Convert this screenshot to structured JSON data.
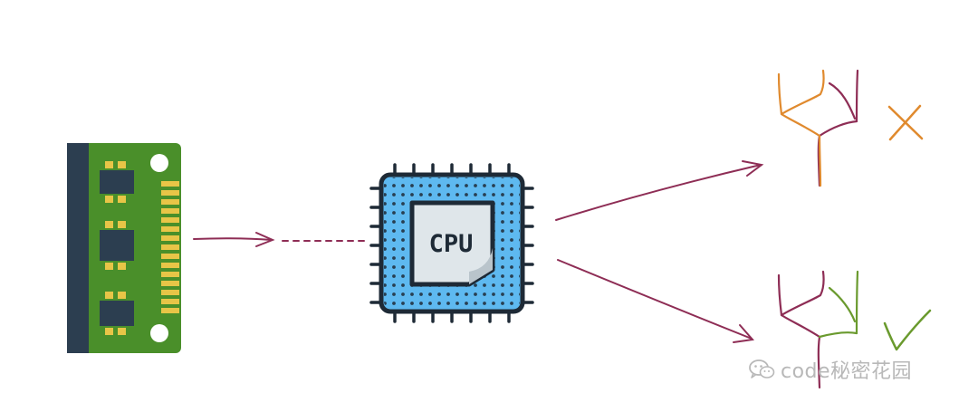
{
  "cpu": {
    "label": "CPU"
  },
  "watermark": {
    "text": "code秘密花园",
    "icon": "wechat-icon"
  },
  "colors": {
    "ram_board": "#4a8f2a",
    "ram_bracket": "#2c3e50",
    "ram_pins": "#e8c547",
    "cpu_pcb": "#5eb9f0",
    "cpu_die": "#dfe6ea",
    "arrow": "#8e2d55",
    "branch_wrong": "#e08a2e",
    "branch_right": "#6a9a2e",
    "cross": "#e08a2e",
    "check": "#6a9a2e"
  },
  "outcomes": [
    {
      "name": "wrong-prediction",
      "mark": "cross-icon"
    },
    {
      "name": "correct-prediction",
      "mark": "check-icon"
    }
  ]
}
